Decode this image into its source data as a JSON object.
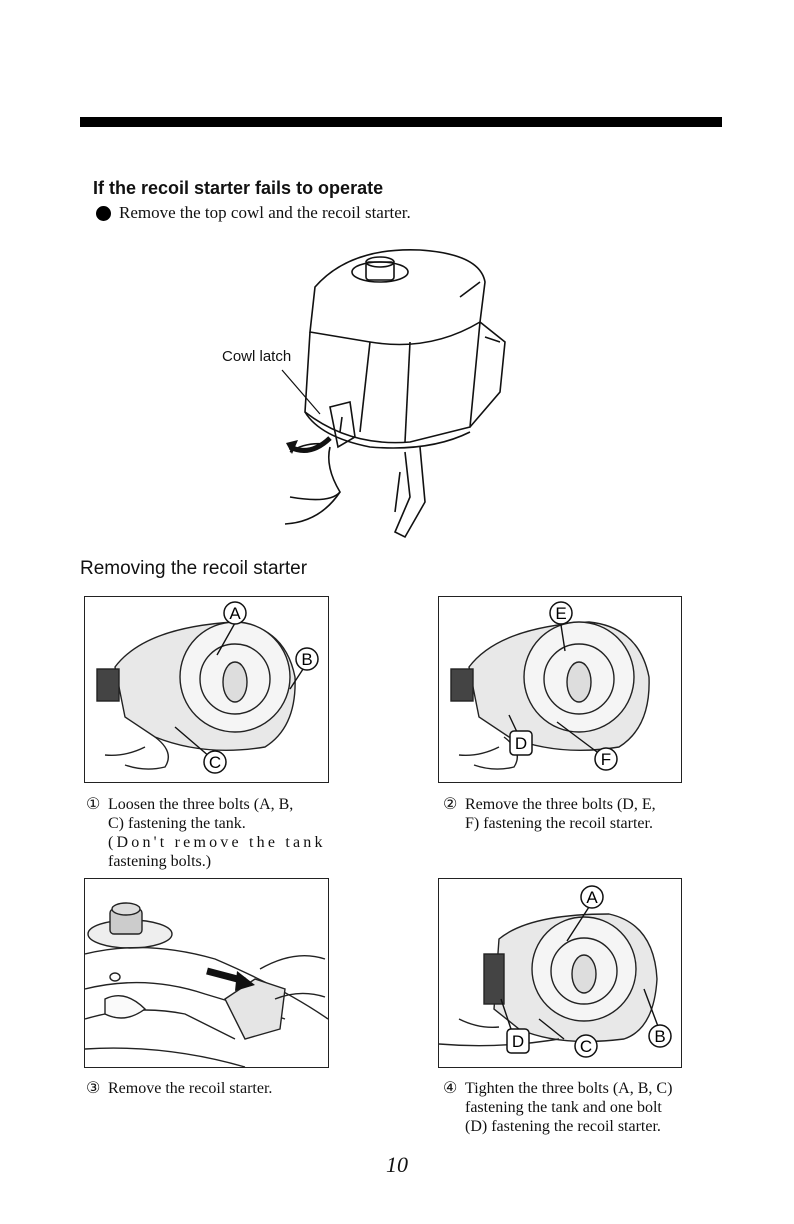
{
  "section": {
    "heading": "If the recoil starter fails to operate",
    "bullet_text": "Remove the top cowl and the recoil starter.",
    "cowl_label": "Cowl latch"
  },
  "subheading": "Removing the recoil starter",
  "steps": [
    {
      "number": "①",
      "lines": [
        "Loosen the three bolts (A, B,",
        "C) fastening the tank.",
        "(Don't remove the tank",
        "fastening bolts.)"
      ],
      "labels": [
        "A",
        "B",
        "C"
      ]
    },
    {
      "number": "②",
      "lines": [
        "Remove the three bolts (D, E,",
        "F) fastening the recoil starter."
      ],
      "labels": [
        "E",
        "D",
        "F"
      ]
    },
    {
      "number": "③",
      "lines": [
        "Remove the recoil starter."
      ],
      "labels": []
    },
    {
      "number": "④",
      "lines": [
        "Tighten the three bolts (A, B, C)",
        "fastening the tank and one bolt",
        "(D) fastening the recoil starter."
      ],
      "labels": [
        "A",
        "D",
        "C",
        "B"
      ]
    }
  ],
  "page_number": "10"
}
